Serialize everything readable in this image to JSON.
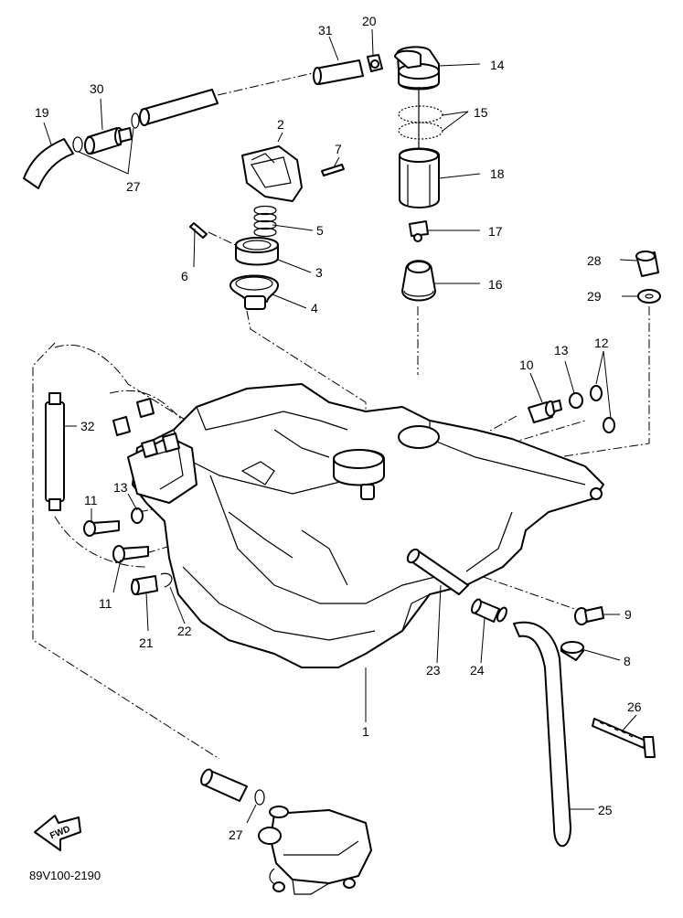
{
  "diagram": {
    "code": "89V100-2190",
    "fwd_label": "FWD",
    "callouts": [
      "1",
      "2",
      "3",
      "4",
      "5",
      "6",
      "7",
      "8",
      "9",
      "10",
      "11",
      "11",
      "12",
      "13",
      "13",
      "14",
      "15",
      "16",
      "17",
      "18",
      "19",
      "20",
      "21",
      "22",
      "23",
      "24",
      "25",
      "26",
      "27",
      "27",
      "28",
      "29",
      "30",
      "31",
      "32"
    ]
  }
}
